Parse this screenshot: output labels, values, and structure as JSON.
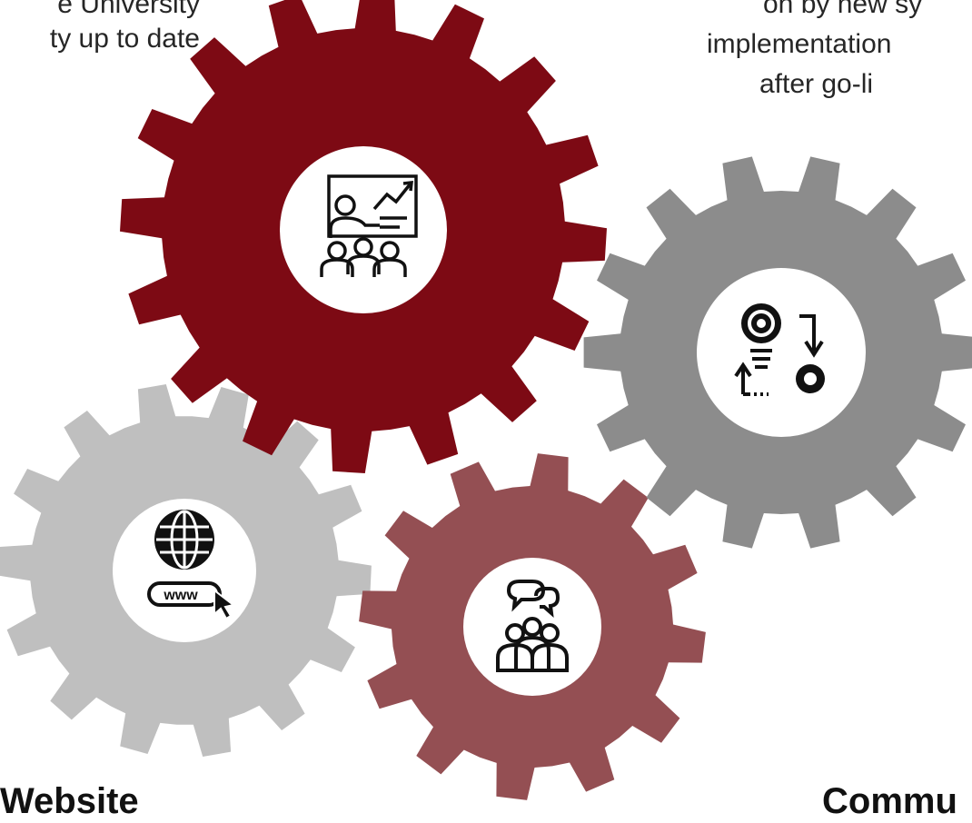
{
  "colors": {
    "gear_training": "#7d0a14",
    "gear_process": "#8c8c8c",
    "gear_website": "#bfbfbf",
    "gear_communication": "#944f53",
    "hub": "#ffffff",
    "icon": "#111111"
  },
  "text": {
    "top_left_line1": "e University",
    "top_left_line2": "ty up to date",
    "top_right_line1": "on by new sy",
    "top_right_line2": "implementation",
    "top_right_line3": "after go-li"
  },
  "labels": {
    "website": "Website",
    "communication": "Commu"
  },
  "icons": {
    "training": "presentation-audience-icon",
    "process": "lightbulb-gear-process-icon",
    "website": "globe-www-cursor-icon",
    "communication": "chat-group-icon"
  },
  "hub_text": {
    "www": "www"
  }
}
